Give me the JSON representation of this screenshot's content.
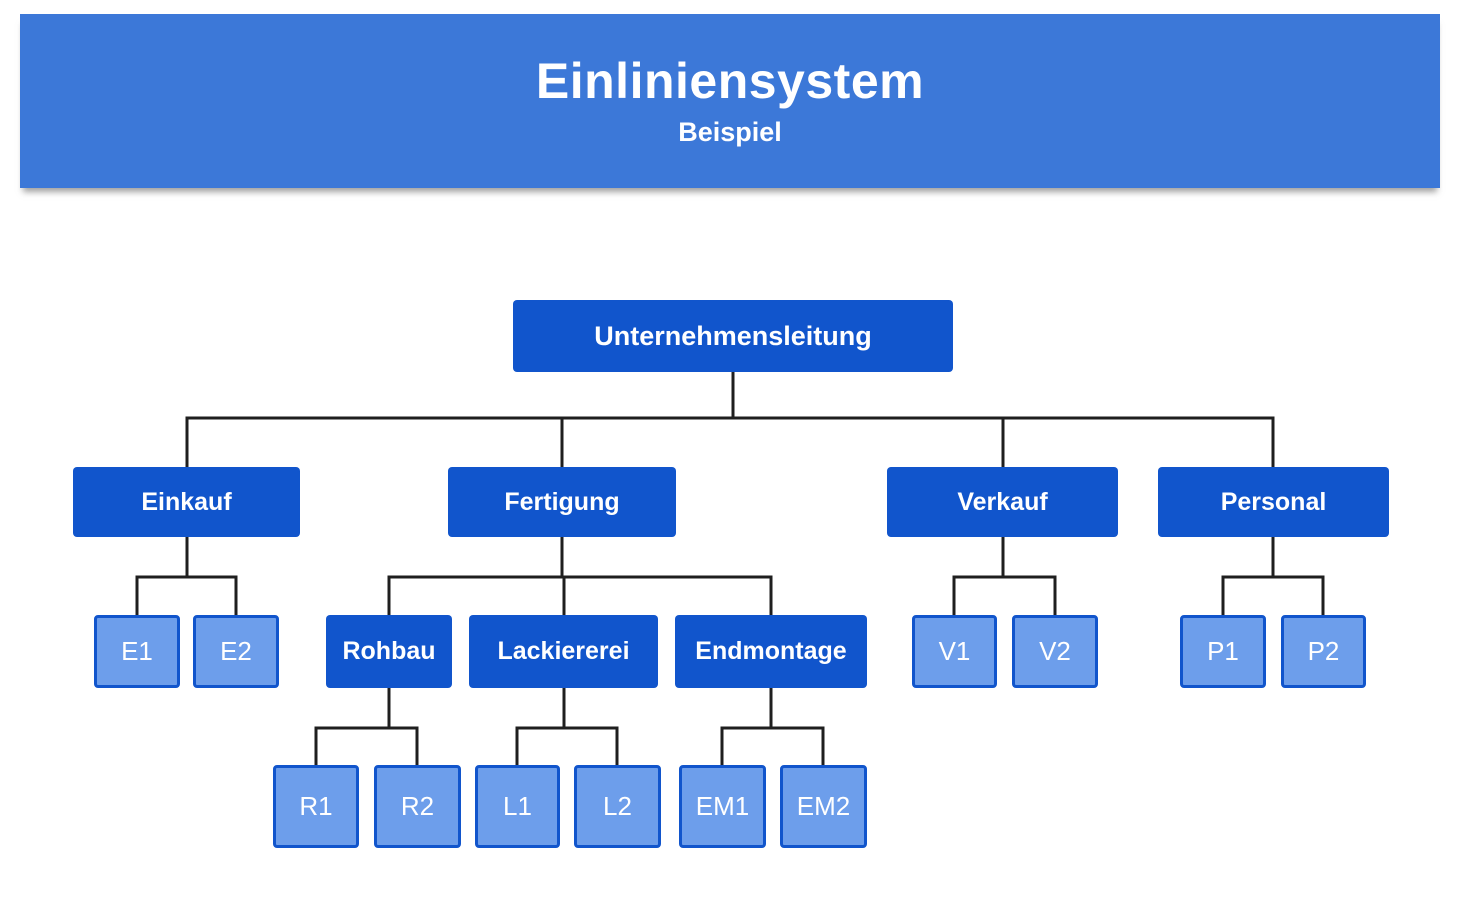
{
  "header": {
    "title": "Einliniensystem",
    "subtitle": "Beispiel"
  },
  "diagram_type": "organizational-chart",
  "org_chart": {
    "root": {
      "label": "Unternehmensleitung"
    },
    "departments": [
      {
        "label": "Einkauf",
        "children": [
          {
            "label": "E1"
          },
          {
            "label": "E2"
          }
        ]
      },
      {
        "label": "Fertigung",
        "children": [
          {
            "label": "Rohbau",
            "children": [
              {
                "label": "R1"
              },
              {
                "label": "R2"
              }
            ]
          },
          {
            "label": "Lackiererei",
            "children": [
              {
                "label": "L1"
              },
              {
                "label": "L2"
              }
            ]
          },
          {
            "label": "Endmontage",
            "children": [
              {
                "label": "EM1"
              },
              {
                "label": "EM2"
              }
            ]
          }
        ]
      },
      {
        "label": "Verkauf",
        "children": [
          {
            "label": "V1"
          },
          {
            "label": "V2"
          }
        ]
      },
      {
        "label": "Personal",
        "children": [
          {
            "label": "P1"
          },
          {
            "label": "P2"
          }
        ]
      }
    ]
  },
  "colors": {
    "banner": "#3c78d8",
    "box_dark": "#1155cc",
    "box_light": "#6d9eeb",
    "box_light_border": "#1155cc",
    "connector": "#1f1f1f",
    "text_on_blue": "#ffffff"
  }
}
